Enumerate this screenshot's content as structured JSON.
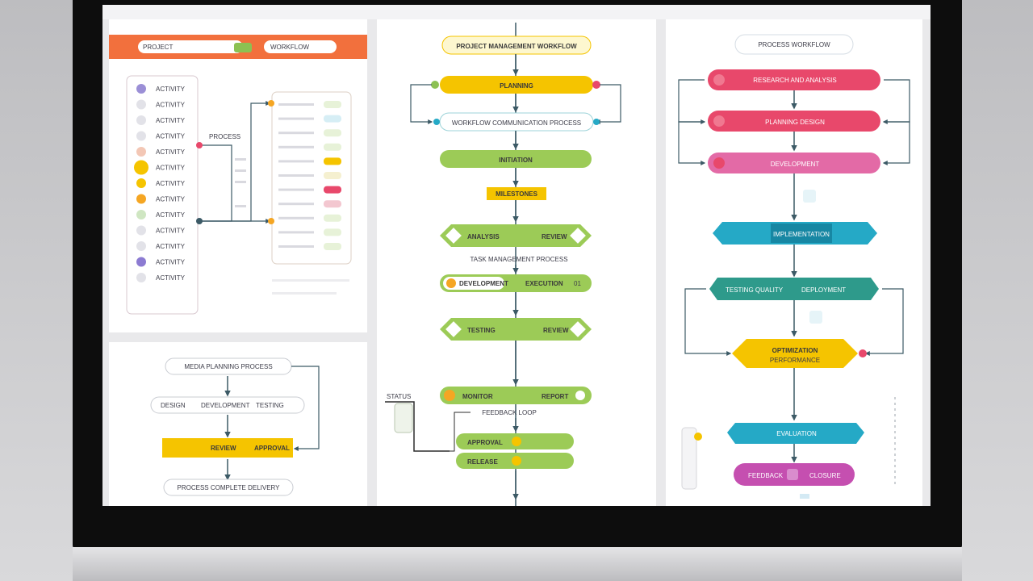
{
  "colors": {
    "orange": "#f2703d",
    "yellow": "#f5c400",
    "green": "#9ccb57",
    "teal": "#25a9c6",
    "dark_teal": "#2e9a8b",
    "red": "#e8486b",
    "pink": "#e36aa6",
    "magenta": "#c54fb0",
    "arrow": "#3c5a66"
  },
  "panel_left": {
    "header": {
      "tab_1": "PROJECT",
      "tab_2": "WORKFLOW"
    },
    "list_items": [
      "ACTIVITY",
      "ACTIVITY",
      "ACTIVITY",
      "ACTIVITY",
      "ACTIVITY",
      "ACTIVITY",
      "ACTIVITY",
      "ACTIVITY",
      "ACTIVITY",
      "ACTIVITY",
      "ACTIVITY",
      "ACTIVITY",
      "ACTIVITY"
    ],
    "connector_label": "PROCESS",
    "flow": {
      "step_1": "MEDIA PLANNING PROCESS",
      "step_2_a": "DESIGN",
      "step_2_b": "DEVELOPMENT",
      "step_2_c": "TESTING",
      "step_3_a": "REVIEW",
      "step_3_b": "APPROVAL",
      "step_4": "PROCESS COMPLETE DELIVERY"
    }
  },
  "panel_middle": {
    "title": "PROJECT MANAGEMENT WORKFLOW",
    "step_yellow_1": "PLANNING",
    "step_loop": "WORKFLOW COMMUNICATION PROCESS",
    "step_green_1": "INITIATION",
    "step_tag": "MILESTONES",
    "diamond_1_a": "ANALYSIS",
    "diamond_1_b": "REVIEW",
    "note": "TASK MANAGEMENT PROCESS",
    "step_green_2_a": "DEVELOPMENT",
    "step_green_2_b": "EXECUTION",
    "step_green_2_c": "01",
    "diamond_2_a": "TESTING",
    "diamond_2_b": "REVIEW",
    "step_green_3_a": "MONITOR",
    "step_green_3_b": "REPORT",
    "note_2": "FEEDBACK LOOP",
    "pill_1": "APPROVAL",
    "pill_2": "RELEASE",
    "branch_label": "STATUS"
  },
  "panel_right": {
    "title": "PROCESS WORKFLOW",
    "row_1": "RESEARCH AND ANALYSIS",
    "row_2": "PLANNING DESIGN",
    "row_3": "DEVELOPMENT",
    "teal_hex": "IMPLEMENTATION",
    "dark_a": "TESTING QUALITY",
    "dark_b": "DEPLOYMENT",
    "yellow_hex": "OPTIMIZATION",
    "yellow_sub": "PERFORMANCE",
    "teal_2": "EVALUATION",
    "magenta_a": "FEEDBACK",
    "magenta_b": "CLOSURE"
  }
}
